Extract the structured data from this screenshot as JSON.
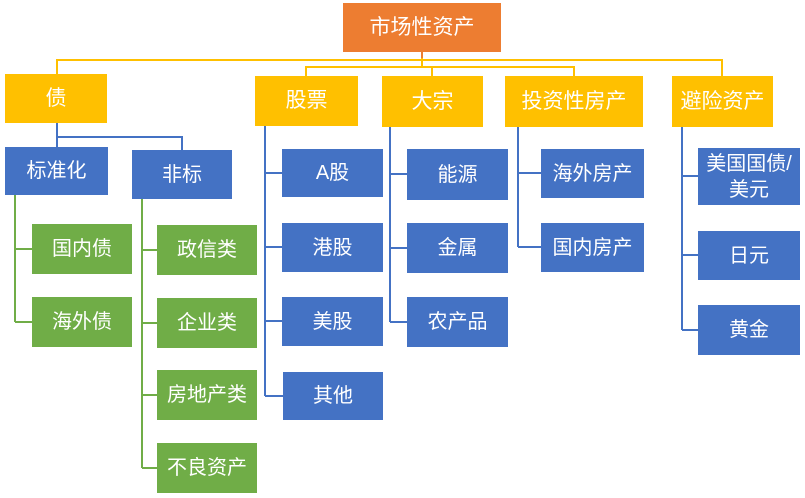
{
  "diagram_title": "市场性资产",
  "colors": {
    "root": "#ED7D31",
    "branch": "#FFC000",
    "blue": "#4472C4",
    "green": "#70AD47",
    "text": "#FFFFFF",
    "background": "#FFFFFF"
  },
  "tree": {
    "root": "市场性资产",
    "branches": [
      {
        "label": "债",
        "children": [
          {
            "label": "标准化",
            "children": [
              {
                "label": "国内债"
              },
              {
                "label": "海外债"
              }
            ]
          },
          {
            "label": "非标",
            "children": [
              {
                "label": "政信类"
              },
              {
                "label": "企业类"
              },
              {
                "label": "房地产类"
              },
              {
                "label": "不良资产"
              }
            ]
          }
        ]
      },
      {
        "label": "股票",
        "children": [
          {
            "label": "A股"
          },
          {
            "label": "港股"
          },
          {
            "label": "美股"
          },
          {
            "label": "其他"
          }
        ]
      },
      {
        "label": "大宗",
        "children": [
          {
            "label": "能源"
          },
          {
            "label": "金属"
          },
          {
            "label": "农产品"
          }
        ]
      },
      {
        "label": "投资性房产",
        "children": [
          {
            "label": "海外房产"
          },
          {
            "label": "国内房产"
          }
        ]
      },
      {
        "label": "避险资产",
        "children": [
          {
            "label": "美国国债/美元"
          },
          {
            "label": "日元"
          },
          {
            "label": "黄金"
          }
        ]
      }
    ]
  }
}
